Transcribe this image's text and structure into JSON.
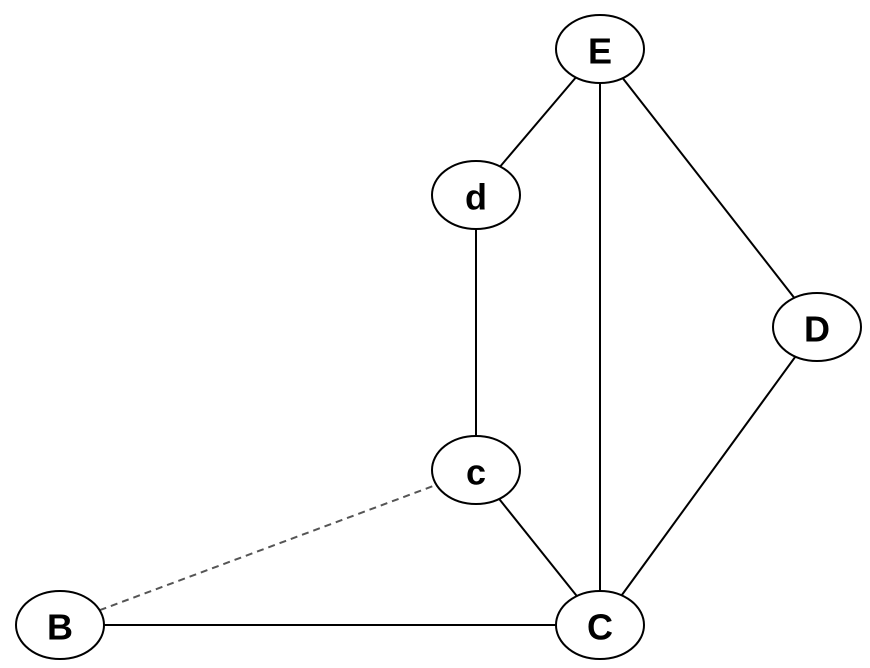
{
  "graph": {
    "nodes": [
      {
        "id": "E",
        "label": "E"
      },
      {
        "id": "d",
        "label": "d"
      },
      {
        "id": "D",
        "label": "D"
      },
      {
        "id": "c",
        "label": "c"
      },
      {
        "id": "B",
        "label": "B"
      },
      {
        "id": "C",
        "label": "C"
      }
    ],
    "edges": [
      {
        "from": "E",
        "to": "d",
        "style": "solid"
      },
      {
        "from": "E",
        "to": "C",
        "style": "solid"
      },
      {
        "from": "E",
        "to": "D",
        "style": "solid"
      },
      {
        "from": "d",
        "to": "c",
        "style": "solid"
      },
      {
        "from": "c",
        "to": "C",
        "style": "solid"
      },
      {
        "from": "D",
        "to": "C",
        "style": "solid"
      },
      {
        "from": "B",
        "to": "C",
        "style": "solid"
      },
      {
        "from": "B",
        "to": "c",
        "style": "dashed"
      }
    ],
    "colors": {
      "edge": "#000000",
      "dashed_edge": "#555555",
      "node_fill": "#ffffff",
      "node_stroke": "#000000"
    }
  }
}
